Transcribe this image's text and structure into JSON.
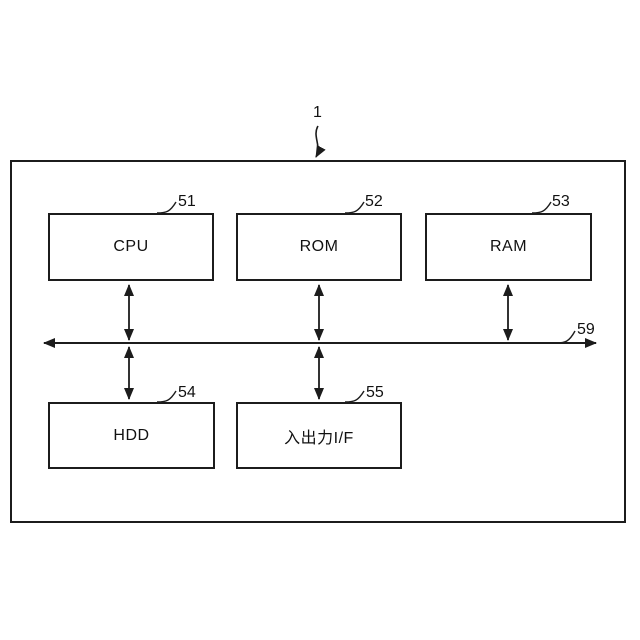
{
  "diagram": {
    "figure_ref": "1",
    "bus": {
      "ref": "59"
    },
    "blocks": [
      {
        "id": "cpu",
        "label": "CPU",
        "ref": "51"
      },
      {
        "id": "rom",
        "label": "ROM",
        "ref": "52"
      },
      {
        "id": "ram",
        "label": "RAM",
        "ref": "53"
      },
      {
        "id": "hdd",
        "label": "HDD",
        "ref": "54"
      },
      {
        "id": "io",
        "label": "入出力I/F",
        "ref": "55"
      }
    ],
    "colors": {
      "line": "#1c1c1c",
      "background": "#ffffff",
      "text": "#111111"
    }
  }
}
